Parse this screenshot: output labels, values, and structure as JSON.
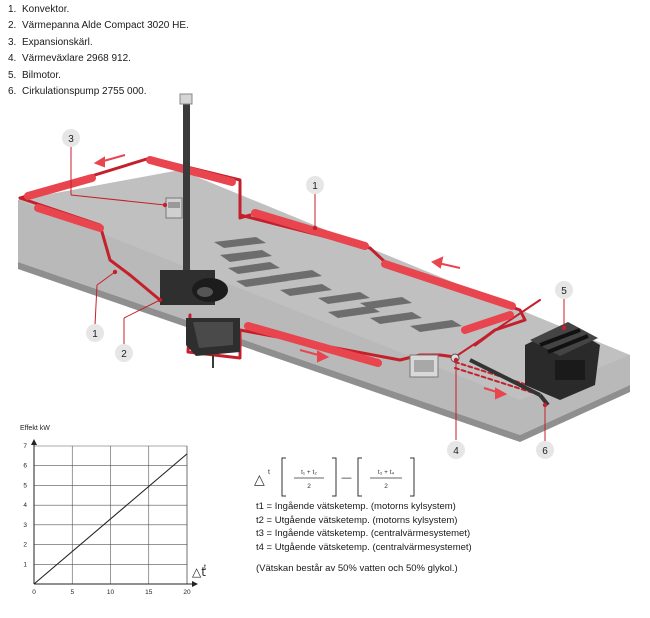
{
  "legend": [
    {
      "num": "1.",
      "text": "Konvektor."
    },
    {
      "num": "2.",
      "text": "Värmepanna Alde Compact 3020 HE."
    },
    {
      "num": "3.",
      "text": "Expansionskärl."
    },
    {
      "num": "4.",
      "text": "Värmeväxlare 2968 912."
    },
    {
      "num": "5.",
      "text": "Bilmotor."
    },
    {
      "num": "6.",
      "text": "Cirkulationspump 2755 000."
    }
  ],
  "callouts": [
    "1",
    "2",
    "3",
    "1",
    "4",
    "5",
    "6"
  ],
  "formula": {
    "delta_symbol": "△",
    "delta_sup": "t",
    "left_numerator": "t₁ + t₂",
    "left_denominator": "2",
    "operator": "—",
    "right_numerator": "t₃ + t₄",
    "right_denominator": "2"
  },
  "definitions": [
    "t1 = Ingående vätsketemp. (motorns kylsystem)",
    "t2 = Utgående vätsketemp. (motorns kylsystem)",
    "t3 = Ingående vätsketemp. (centralvärmesystemet)",
    "t4 = Utgående vätsketemp. (centralvärmesystemet)"
  ],
  "note": "(Vätskan består av 50% vatten och 50% glykol.)",
  "colors": {
    "pipe": "#e8454f",
    "pipe_dark": "#c4202b",
    "floor": "#b9b9b9",
    "grid": "#555555"
  },
  "chart_data": {
    "type": "line",
    "ylabel": "Effekt kW",
    "xlabel": "△t",
    "xlabel_sup": "t",
    "x_ticks": [
      "0",
      "5",
      "10",
      "15",
      "20"
    ],
    "y_ticks": [
      "1",
      "2",
      "3",
      "4",
      "5",
      "6",
      "7"
    ],
    "xlim": [
      0,
      20
    ],
    "ylim": [
      0,
      7
    ],
    "grid": true,
    "series": [
      {
        "x": [
          0,
          20
        ],
        "y": [
          0,
          6.6
        ]
      }
    ]
  }
}
